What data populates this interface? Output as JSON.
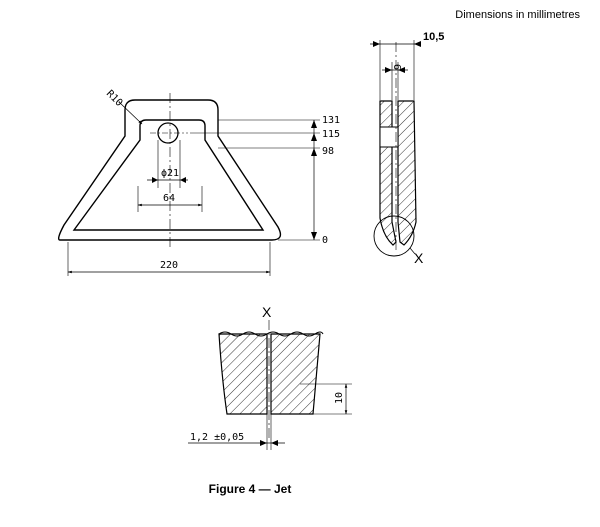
{
  "header": {
    "units_note": "Dimensions in millimetres"
  },
  "caption": "Figure 4 — Jet",
  "front_view": {
    "radius_label": "R10",
    "hole_diameter_label": "ϕ21",
    "inner_width_label": "64",
    "overall_width_label": "220",
    "height_labels": [
      "131",
      "115",
      "98",
      "0"
    ]
  },
  "side_view": {
    "thickness_label": "10,5",
    "slot_label": "6",
    "detail_marker": "X"
  },
  "detail_view": {
    "title": "X",
    "depth_label": "10",
    "gap_label": "1,2 ±0,05"
  }
}
